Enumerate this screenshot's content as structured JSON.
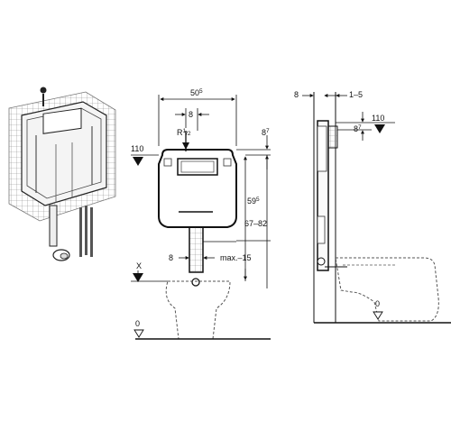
{
  "front_view": {
    "width_main": "50",
    "width_sup": "5",
    "inlet_offset": "8",
    "water_connection_main": "R",
    "water_connection_sup": "1",
    "water_connection_sub": "/2",
    "top_offset_main": "8",
    "top_offset_sup": "7",
    "level_left": "110",
    "height_mid_main": "59",
    "height_mid_sup": "5",
    "height_range": "67–82",
    "drain_width": "8",
    "drain_max": "max.–15",
    "marker_x": "X",
    "floor_level": "0"
  },
  "side_view": {
    "depth_left": "8",
    "depth_range": "1–5",
    "level_right": "110",
    "top_offset_main": "8",
    "top_offset_sup": "7",
    "floor_level": "0"
  }
}
